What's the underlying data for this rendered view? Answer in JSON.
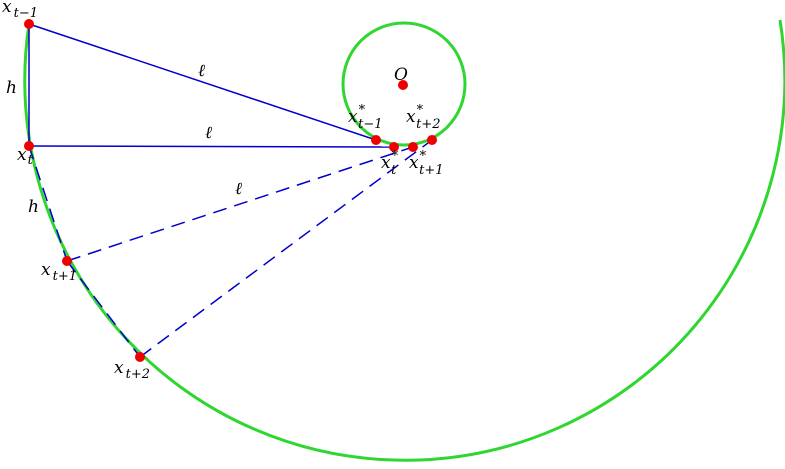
{
  "colors": {
    "curve": "#2fd62f",
    "segment": "#0000cc",
    "point": "#ee0000"
  },
  "labels": {
    "O": "O",
    "h_top": "h",
    "h_bottom": "h",
    "ell_top": "ℓ",
    "ell_mid": "ℓ",
    "ell_dash": "ℓ",
    "x_base": "x",
    "x_star_base": "x",
    "star": "*",
    "sub_t_minus_1": "t−1",
    "sub_t": "t",
    "sub_t_plus_1": "t+1",
    "sub_t_plus_2": "t+2"
  }
}
